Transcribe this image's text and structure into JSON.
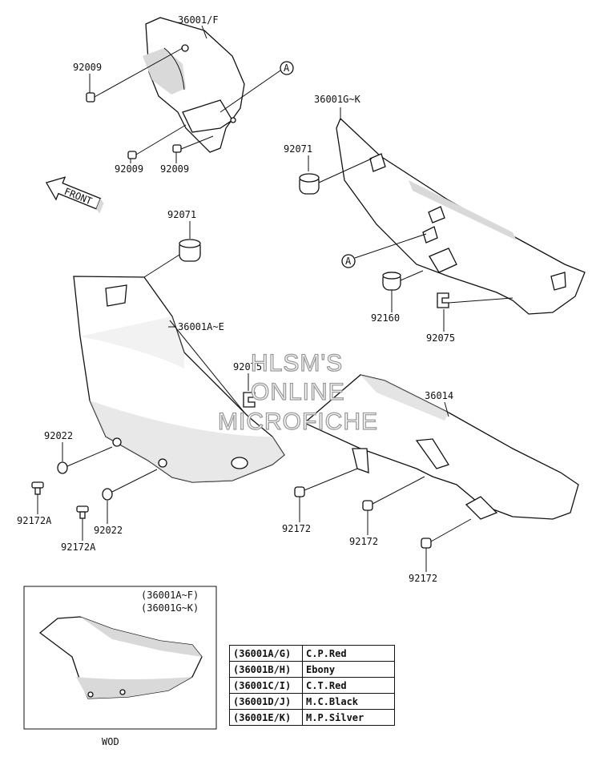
{
  "labels": {
    "p36001F": "36001/F",
    "p92009_a": "92009",
    "p92009_b": "92009",
    "p92009_c": "92009",
    "callout_a1": "A",
    "callout_a2": "A",
    "front": "FRONT",
    "p92071_a": "92071",
    "p92071_b": "92071",
    "p36001GK": "36001G~K",
    "p92160": "92160",
    "p92075_a": "92075",
    "p92075_b": "92075",
    "p36001AE": "36001A~E",
    "p36014": "36014",
    "p92022_a": "92022",
    "p92022_b": "92022",
    "p92172A_a": "92172A",
    "p92172A_b": "92172A",
    "p92172_a": "92172",
    "p92172_b": "92172",
    "p92172_c": "92172"
  },
  "watermark": {
    "line1": "HLSM'S",
    "line2": "ONLINE",
    "line3": "MICROFICHE"
  },
  "inset": {
    "range1": "(36001A~F)",
    "range2": "(36001G~K)",
    "caption": "WOD"
  },
  "color_table": [
    {
      "code": "(36001A/G)",
      "color": "C.P.Red"
    },
    {
      "code": "(36001B/H)",
      "color": "Ebony"
    },
    {
      "code": "(36001C/I)",
      "color": "C.T.Red"
    },
    {
      "code": "(36001D/J)",
      "color": "M.C.Black"
    },
    {
      "code": "(36001E/K)",
      "color": "M.P.Silver"
    }
  ]
}
